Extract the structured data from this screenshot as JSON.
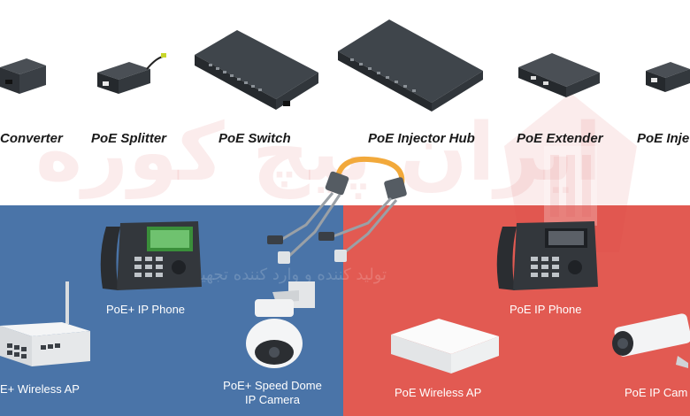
{
  "categories": [
    {
      "label": "Converter"
    },
    {
      "label": "PoE Splitter"
    },
    {
      "label": "PoE Switch"
    },
    {
      "label": "PoE Injector Hub"
    },
    {
      "label": "PoE Extender"
    },
    {
      "label": "PoE Inje"
    }
  ],
  "watermark": {
    "logo_text": "ایران پیچ کوره",
    "subtitle": "تولید کننده و وارد کننده تجهیزات شبکه"
  },
  "devices": {
    "poe_plus": {
      "phone": "PoE+ IP Phone",
      "wireless_ap": "E+ Wireless AP",
      "dome_line1": "PoE+ Speed Dome",
      "dome_line2": "IP Camera"
    },
    "poe": {
      "phone": "PoE IP Phone",
      "wireless_ap": "PoE Wireless AP",
      "camera": "PoE IP Cam"
    }
  },
  "colors": {
    "poe_plus_panel": "#4a74a8",
    "poe_panel": "#e25a52",
    "cable": "#f2a93b"
  }
}
